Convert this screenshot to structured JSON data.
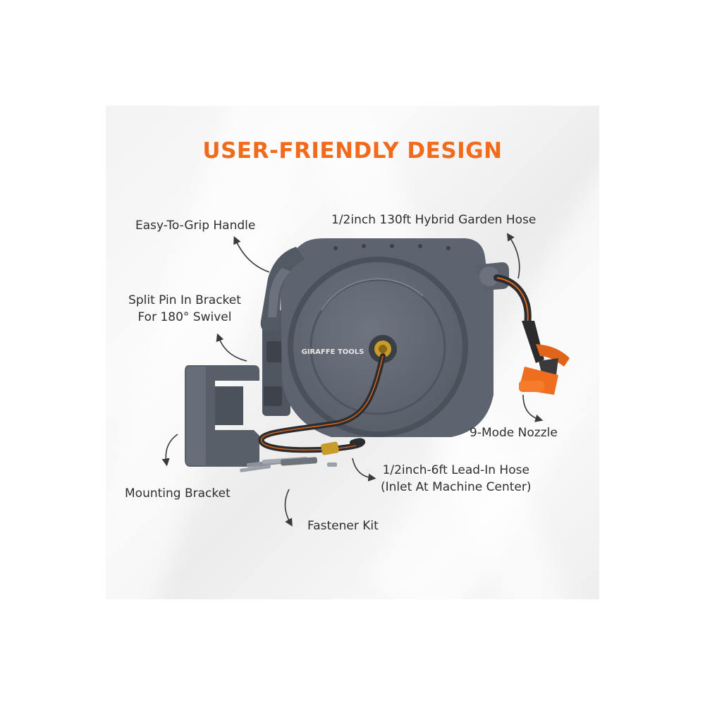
{
  "heading": "USER-FRIENDLY DESIGN",
  "brand_text": "GIRAFFE TOOLS",
  "callouts": {
    "handle": "Easy-To-Grip Handle",
    "hose": "1/2inch 130ft Hybrid Garden Hose",
    "split_pin_line1": "Split Pin In Bracket",
    "split_pin_line2": "For 180° Swivel",
    "nozzle": "9-Mode Nozzle",
    "lead_in_line1": "1/2inch-6ft Lead-In Hose",
    "lead_in_line2": "(Inlet At Machine Center)",
    "bracket": "Mounting Bracket",
    "fastener": "Fastener Kit"
  },
  "colors": {
    "accent": "#f26a1b",
    "reel_body": "#5d6470",
    "reel_dark": "#4a5059",
    "label_text": "#2e2e2e"
  }
}
